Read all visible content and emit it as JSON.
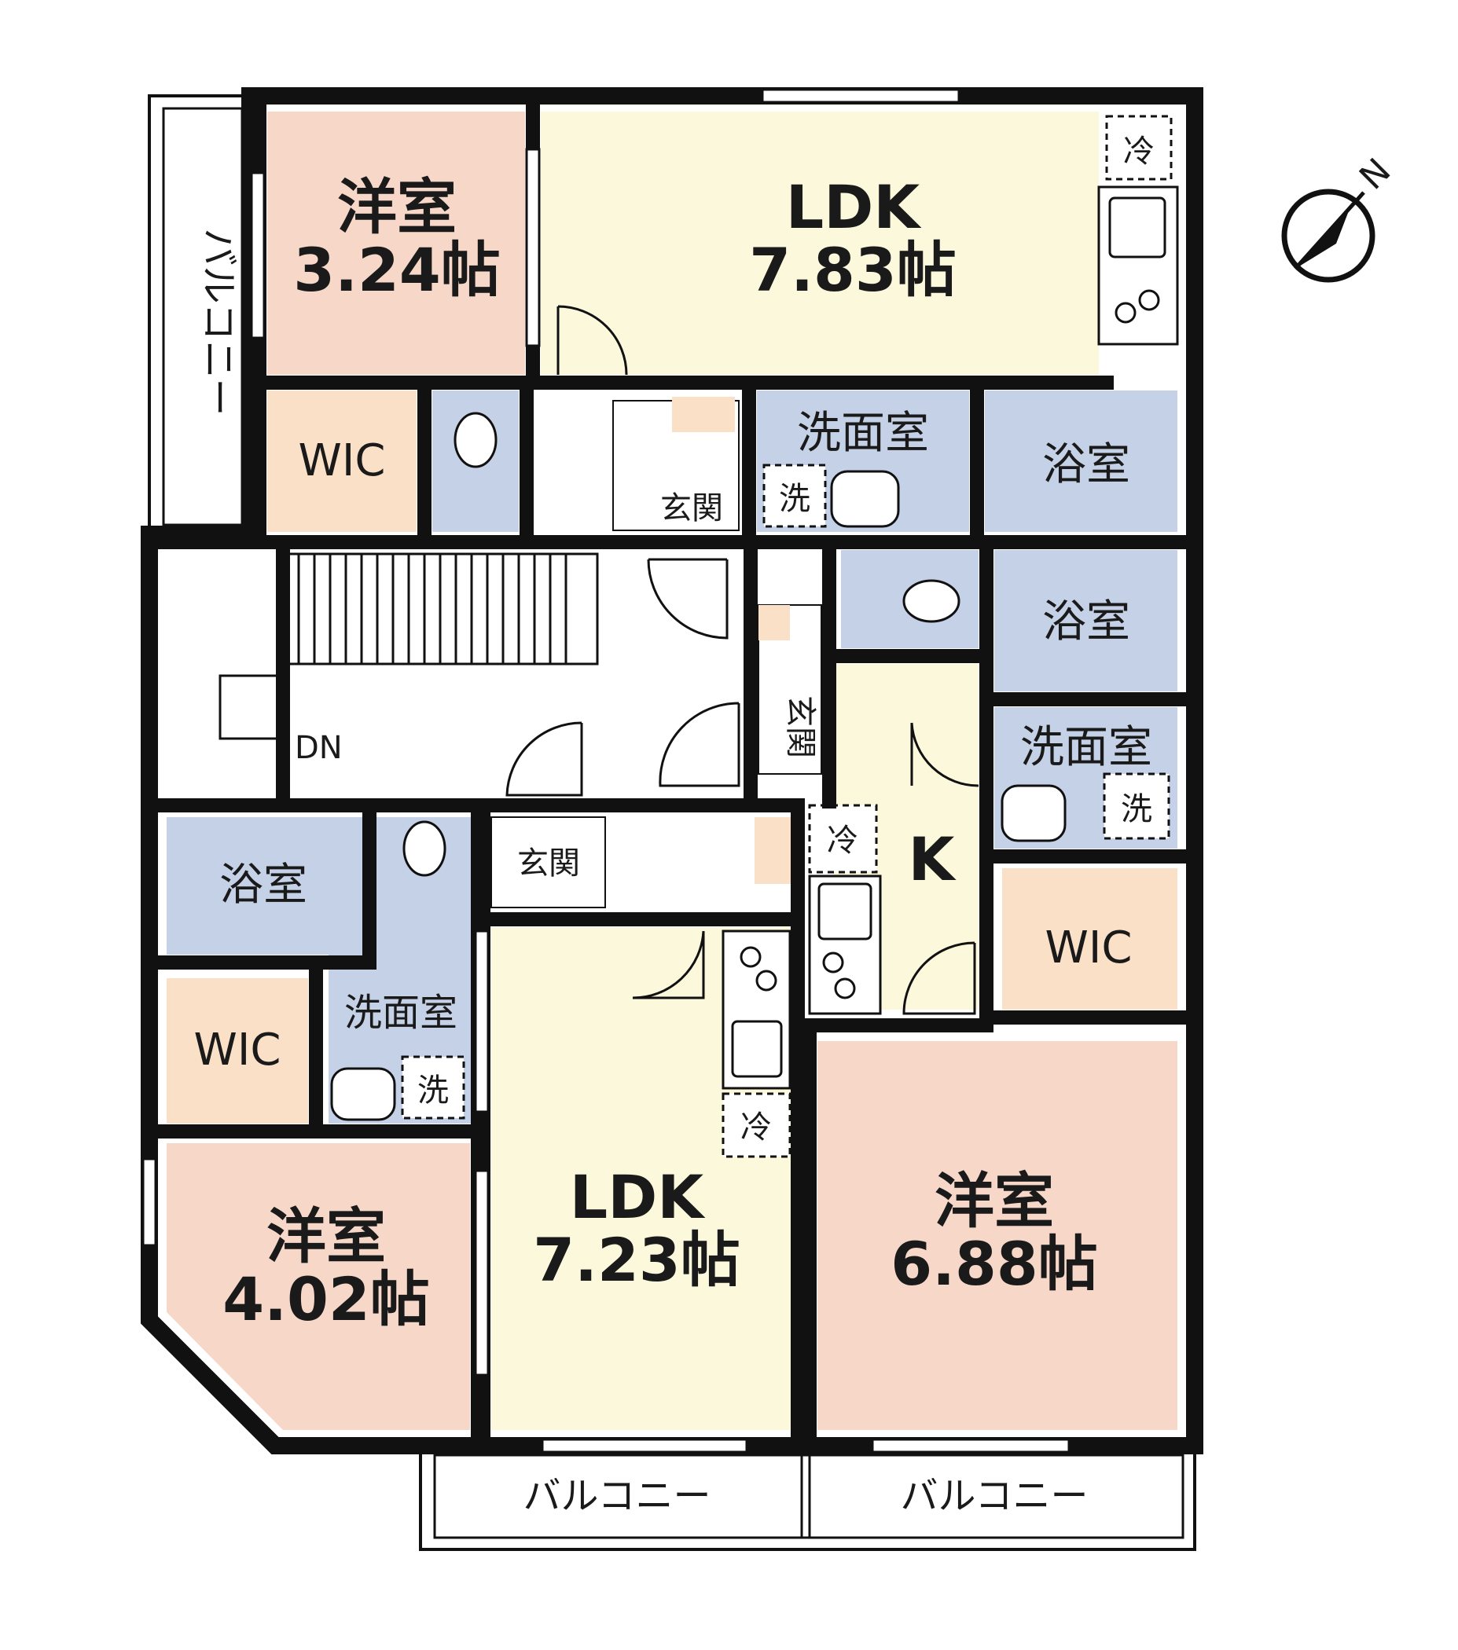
{
  "colors": {
    "western_room": "#f6d7c8",
    "ldk": "#fcf8dc",
    "wet_area": "#c5d1e6",
    "wic": "#fae0c6",
    "wall": "#111111",
    "white": "#ffffff"
  },
  "compass": {
    "north_label": "N",
    "icon": "compass-north-arrow"
  },
  "rooms": {
    "western_a": {
      "name": "洋室",
      "size": "3.24帖"
    },
    "ldk_a": {
      "name": "LDK",
      "size": "7.83帖"
    },
    "western_b": {
      "name": "洋室",
      "size": "4.02帖"
    },
    "ldk_b": {
      "name": "LDK",
      "size": "7.23帖"
    },
    "western_c": {
      "name": "洋室",
      "size": "6.88帖"
    },
    "wic_a": "WIC",
    "wic_b": "WIC",
    "wic_c": "WIC",
    "bath_a": "浴室",
    "bath_b": "浴室",
    "bath_c": "浴室",
    "washroom_a": "洗面室",
    "washroom_b": "洗面室",
    "washroom_c": "洗面室",
    "entrance_a": "玄関",
    "entrance_b": "玄関",
    "entrance_c": "玄関",
    "kitchen": "K",
    "stairs": "DN"
  },
  "balconies": {
    "left": "バルコニー",
    "bottom_left": "バルコニー",
    "bottom_right": "バルコニー"
  },
  "fixtures": {
    "fridge": "冷",
    "washer": "洗"
  }
}
